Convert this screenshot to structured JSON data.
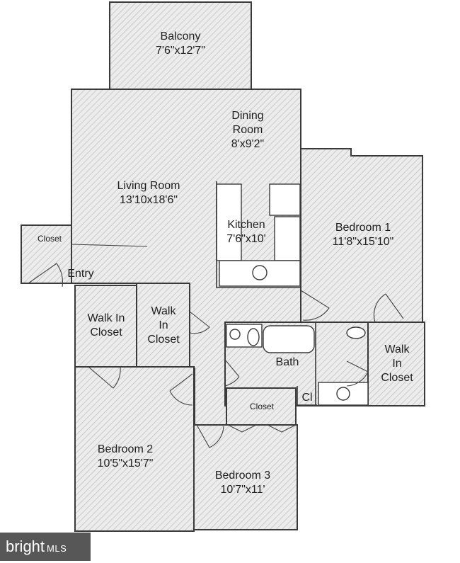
{
  "rooms": {
    "balcony": {
      "name": "Balcony",
      "dims": "7'6\"x12'7\""
    },
    "dining": {
      "line1": "Dining",
      "line2": "Room",
      "dims": "8'x9'2\""
    },
    "living": {
      "name": "Living Room",
      "dims": "13'10x18'6\""
    },
    "kitchen": {
      "name": "Kitchen",
      "dims": "7'6\"x10'"
    },
    "bedroom1": {
      "name": "Bedroom 1",
      "dims": "11'8\"x15'10\""
    },
    "bedroom2": {
      "name": "Bedroom 2",
      "dims": "10'5\"x15'7\""
    },
    "bedroom3": {
      "name": "Bedroom 3",
      "dims": "10'7\"x11'"
    },
    "closet_entry": "Closet",
    "entry": "Entry",
    "walkin_left": {
      "line1": "Walk In",
      "line2": "Closet"
    },
    "walkin_mid": {
      "line1": "Walk",
      "line2": "In",
      "line3": "Closet"
    },
    "walkin_right": {
      "line1": "Walk",
      "line2": "In",
      "line3": "Closet"
    },
    "bath": "Bath",
    "closet_bed3": "Closet",
    "cl": "Cl"
  },
  "watermark": {
    "brand": "bright",
    "suffix": "MLS"
  }
}
